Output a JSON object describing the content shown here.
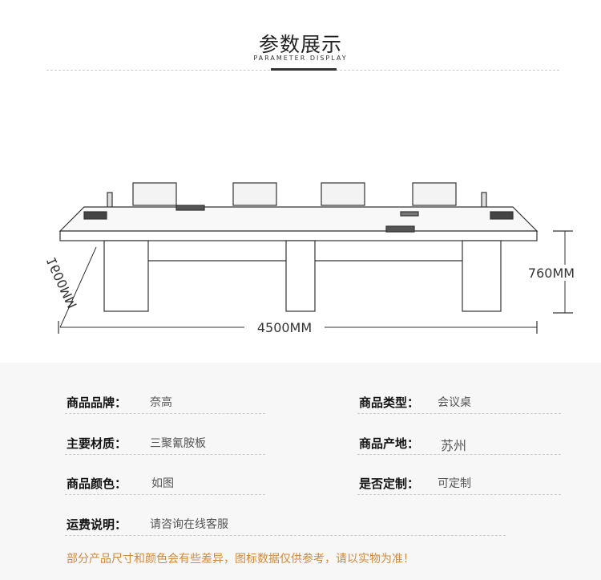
{
  "header": {
    "title": "参数展示",
    "subtitle": "PARAMETER DISPLAY"
  },
  "dimensions": {
    "length": "4500MM",
    "height": "760MM",
    "depth": "1600MM"
  },
  "specs": [
    {
      "label": "商品品牌：",
      "value": "奈高"
    },
    {
      "label": "商品类型：",
      "value": "会议桌"
    },
    {
      "label": "主要材质：",
      "value": "三聚氰胺板"
    },
    {
      "label": "商品产地：",
      "value": "苏州"
    },
    {
      "label": "商品颜色：",
      "value": "如图"
    },
    {
      "label": "是否定制：",
      "value": "可定制"
    },
    {
      "label": "运费说明：",
      "value": "请咨询在线客服"
    }
  ],
  "note": "部分产品尺寸和颜色会有些差异，图标数据仅供参考，请以实物为准！",
  "colors": {
    "note": "#d08a3c",
    "panel": "#f7f7f7"
  }
}
